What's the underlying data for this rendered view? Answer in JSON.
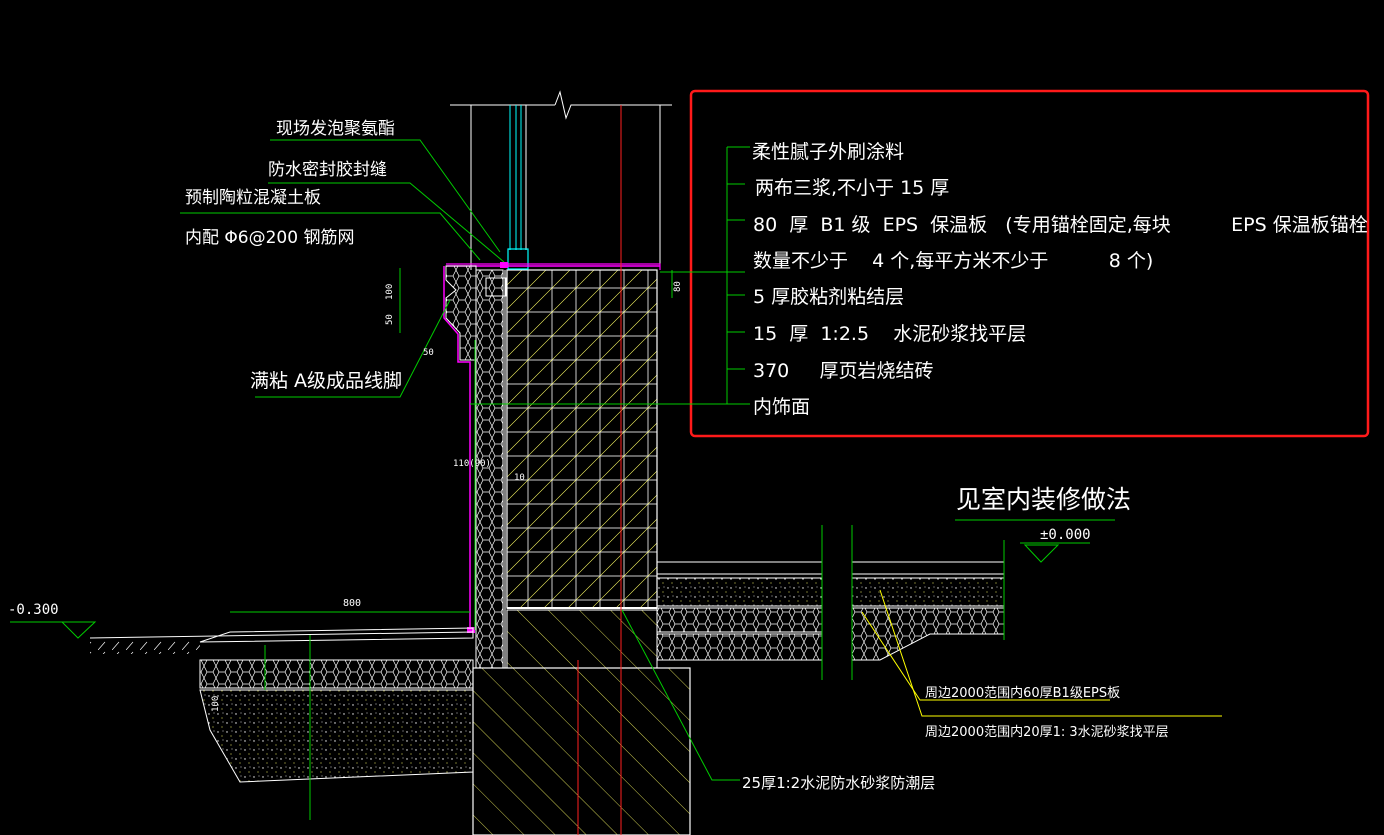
{
  "colors": {
    "background": "#000000",
    "leader": "#00cc00",
    "magenta": "#ff00ff",
    "red": "#ff2020",
    "cyan": "#00ffff",
    "white": "#ffffff",
    "hatch": "#ffff66",
    "highlight_box": "#ff1a1a",
    "yellow_line": "#ffff00"
  },
  "left_labels": {
    "foam": "现场发泡聚氨酯",
    "seal": "防水密封胶封缝",
    "precast": "预制陶粒混凝土板",
    "rebar": "内配 Φ6@200    钢筋网",
    "skirting": "满粘  A级成品线脚"
  },
  "layers": [
    "柔性腻子外刷涂料",
    "两布三浆,不小于       15  厚",
    "80  厚  B1 级  EPS  保温板   (专用锚栓固定,每块          EPS 保温板锚栓",
    "数量不少于    4 个,每平方米不少于          8 个)",
    "5 厚胶粘剂粘结层",
    "15  厚  1:2.5    水泥砂浆找平层",
    "370     厚页岩烧结砖",
    "内饰面"
  ],
  "floor": {
    "title": "见室内装修做法",
    "elevation": "±0.000",
    "note1": "周边2000范围内60厚B1级EPS板",
    "note2": "周边2000范围内20厚1: 3水泥砂浆找平层"
  },
  "ground": {
    "elevation": "-0.300",
    "apron_width": "800",
    "damp_proof": "25厚1:2水泥防水砂浆防潮层"
  },
  "dimensions": {
    "d100a": "100",
    "d50a": "50",
    "d50b": "50",
    "d80": "80",
    "d110": "110(90)",
    "d10": "10",
    "d100b": "100"
  }
}
